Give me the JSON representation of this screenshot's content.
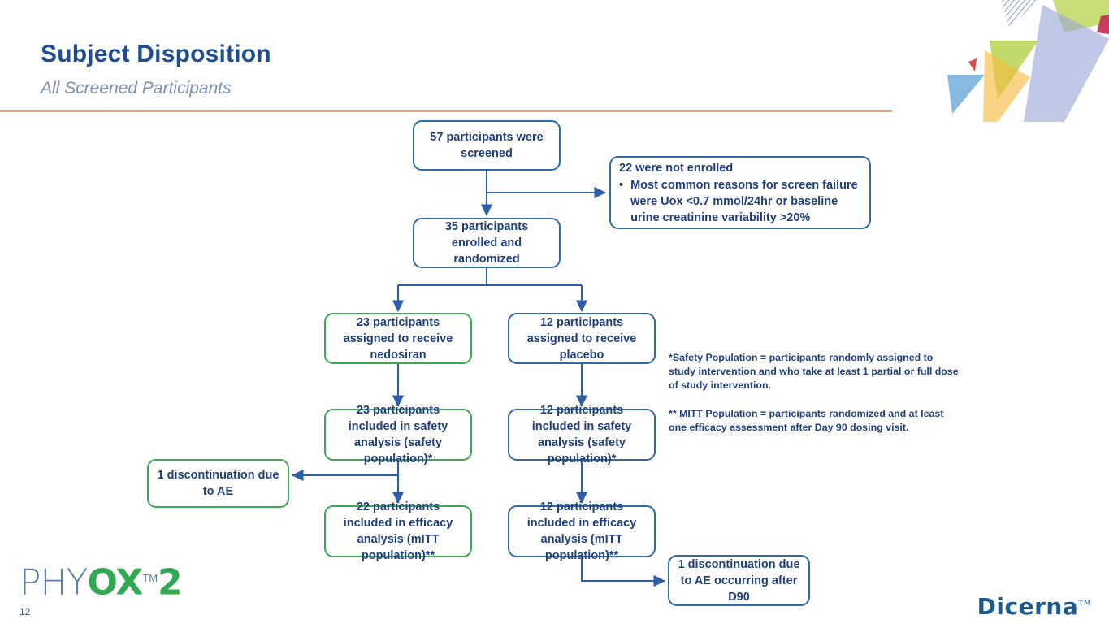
{
  "header": {
    "title": "Subject Disposition",
    "subtitle": "All Screened Participants",
    "rule_color": "#ea9b72",
    "title_color": "#1f4e90",
    "subtitle_color": "#7b8fb8"
  },
  "colors": {
    "box_blue": "#2f6aa8",
    "box_green": "#3aa855",
    "text_blue": "#1f3f7a",
    "arrow_blue": "#2f5ea8",
    "accent_orange": "#ea9b72",
    "logo_green": "#32a852",
    "logo_blue_gray": "#5b7fa6",
    "dicerna_blue": "#1b5a8e"
  },
  "flow": {
    "screened": "57 participants were screened",
    "not_enrolled_title": "22 were not enrolled",
    "not_enrolled_bullet": "Most common reasons for screen failure were Uox <0.7 mmol/24hr or baseline urine creatinine variability >20%",
    "bullet_glyph": "•",
    "randomized": "35 participants enrolled and randomized",
    "assigned_nedosiran": "23 participants assigned to receive nedosiran",
    "assigned_placebo": "12 participants assigned to receive placebo",
    "safety_nedosiran": "23 participants included in safety analysis (safety population)*",
    "safety_placebo": "12 participants included in safety analysis (safety population)*",
    "discontinuation_ae": "1 discontinuation due to AE",
    "efficacy_nedosiran": "22 participants included in efficacy analysis (mITT population)**",
    "efficacy_placebo": "12 participants included in efficacy analysis (mITT population)**",
    "discontinuation_ae_d90": "1 discontinuation due to AE occurring after D90"
  },
  "footnotes": {
    "safety": "*Safety Population = participants randomly assigned to\nstudy intervention and who take at least 1 partial or full dose\n of study intervention.",
    "mitt": "** MITT Population = participants randomized and at least\none efficacy assessment after Day 90 dosing visit."
  },
  "branding": {
    "phyox_part1": "PHY",
    "phyox_part2": "OX",
    "phyox_part3": "2",
    "trademark": "TM",
    "page_number": "12",
    "company": "Dicerna",
    "company_tm": "TM"
  }
}
